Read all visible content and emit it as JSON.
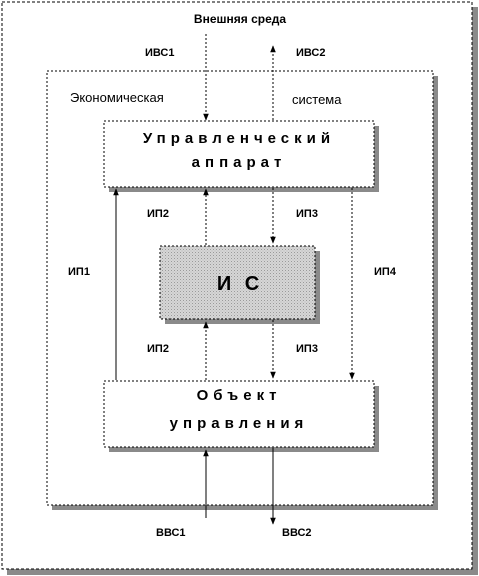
{
  "outer": {
    "title": "Внешняя среда"
  },
  "system": {
    "label_left": "Экономическая",
    "label_right": "система"
  },
  "boxes": {
    "management": {
      "line1": "Управленческий",
      "line2": "аппарат"
    },
    "is": {
      "label": "И С"
    },
    "object": {
      "line1": "Объект",
      "line2": "управления"
    }
  },
  "flows": {
    "ivs1": "ИВС1",
    "ivs2": "ИВС2",
    "ip1": "ИП1",
    "ip2_top": "ИП2",
    "ip3_top": "ИП3",
    "ip4": "ИП4",
    "ip2_bottom": "ИП2",
    "ip3_bottom": "ИП3",
    "vvs1": "ВВС1",
    "vvs2": "ВВС2"
  },
  "colors": {
    "line": "#000000",
    "shadow": "#8a8a8a",
    "is_fill": "#c8c8c8",
    "box_fill": "#ffffff"
  }
}
